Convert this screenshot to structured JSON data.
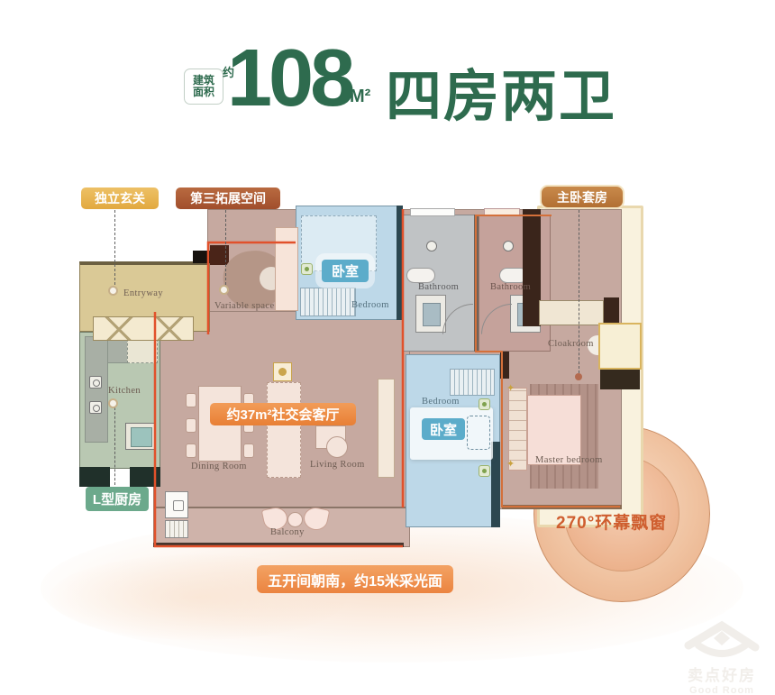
{
  "header": {
    "area_prefix_line1": "建筑",
    "area_prefix_line2": "面积",
    "area_approx": "约",
    "area_value": "108",
    "area_unit": "M²",
    "title": "四房两卫"
  },
  "badges": {
    "entry": "独立玄关",
    "expansion": "第三拓展空间",
    "master_suite": "主卧套房",
    "kitchen": "L型厨房",
    "living": "约37m²社交会客厅",
    "south_facing": "五开间朝南，约15米采光面",
    "bay_window": "270°环幕飘窗",
    "bedroom": "卧室"
  },
  "rooms": {
    "entryway": "Entryway",
    "kitchen": "Kitchen",
    "variable_space": "Variable space",
    "bedroom": "Bedroom",
    "bathroom": "Bathroom",
    "cloakroom": "Cloakroom",
    "master_bedroom": "Master bedroom",
    "dining_room": "Dining Room",
    "living_room": "Living Room",
    "balcony": "Balcony"
  },
  "icons": {
    "compass_star": "✦"
  },
  "watermark": {
    "name_cn": "卖点好房",
    "name_en": "Good Room"
  },
  "colors": {
    "green": "#2e6b4e",
    "gold": "#e5b04f",
    "rust": "#a8552f",
    "brown": "#bd7c3e",
    "orange": "#ee8a41",
    "kitchen-green": "#6ca98c",
    "bedroom-blue": "#5cacca",
    "outline-red": "#e1512b",
    "bay-text": "#cf5e2f"
  }
}
